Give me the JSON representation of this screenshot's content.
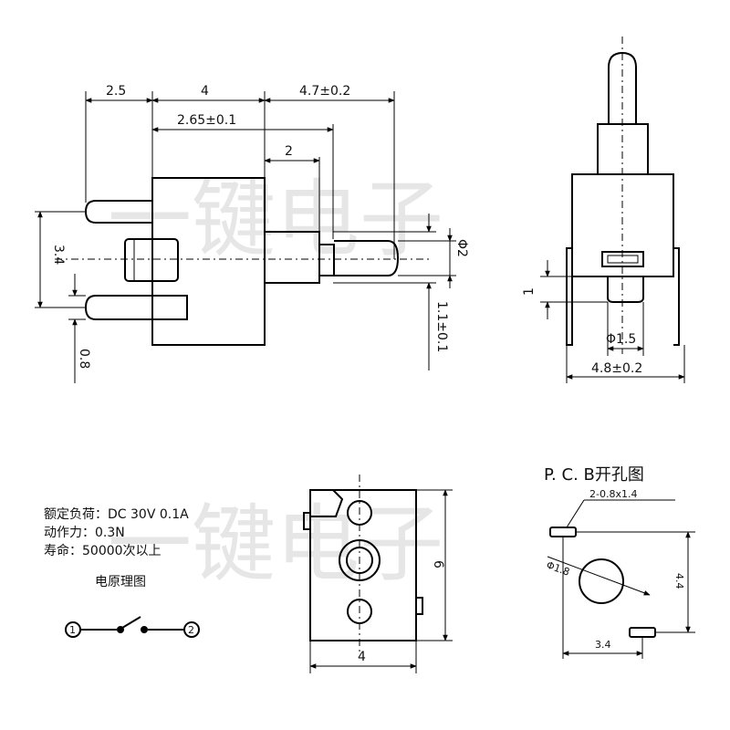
{
  "watermark": {
    "text": "一键电子"
  },
  "side_view": {
    "dims": {
      "top_left": "2.5",
      "top_mid": "4",
      "top_right": "4.7±0.2",
      "second_row": "2.65±0.1",
      "third_row": "2",
      "left_vertical": "3.4",
      "left_bottom": "0.8",
      "right_diameter": "Φ2",
      "right_vertical": "1.1±0.1"
    }
  },
  "front_view": {
    "dims": {
      "left_small": "1",
      "plunger_diameter": "Φ1.5",
      "width": "4.8±0.2"
    }
  },
  "specs": [
    "额定负荷：DC 30V 0.1A",
    "动作力：0.3N",
    "寿命：50000次以上"
  ],
  "schematic": {
    "title": "电原理图",
    "pin1": "1",
    "pin2": "2"
  },
  "bottom_view": {
    "dims": {
      "width": "4",
      "height": "6"
    }
  },
  "pcb_view": {
    "title": "P. C. B开孔图",
    "dims": {
      "slot": "2-0.8x1.4",
      "hole": "Φ1.8",
      "horizontal": "3.4",
      "vertical": "4.4"
    }
  }
}
